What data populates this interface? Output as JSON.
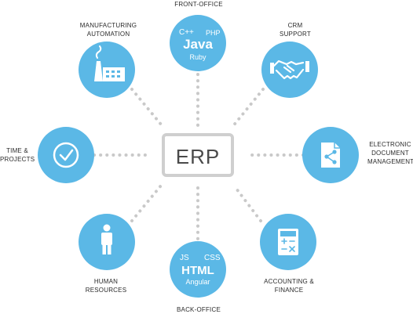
{
  "center": {
    "label": "ERP"
  },
  "nodes": {
    "front_office": {
      "label": "FRONT-OFFICE",
      "tech": {
        "a": "C++",
        "b": "PHP",
        "main": "Java",
        "sub": "Ruby"
      }
    },
    "crm": {
      "label_lines": [
        "CRM",
        "SUPPORT"
      ]
    },
    "edm": {
      "label_lines": [
        "ELECTRONIC",
        "DOCUMENT",
        "MANAGEMENT"
      ]
    },
    "accounting": {
      "label_lines": [
        "ACCOUNTING &",
        "FINANCE"
      ]
    },
    "back_office": {
      "label": "BACK-OFFICE",
      "tech": {
        "a": "JS",
        "b": "CSS",
        "main": "HTML",
        "sub": "Angular"
      }
    },
    "hr": {
      "label_lines": [
        "HUMAN",
        "RESOURCES"
      ]
    },
    "time_projects": {
      "label_lines": [
        "TIME &",
        "PROJECTS"
      ]
    },
    "manufacturing": {
      "label_lines": [
        "MANUFACTURING",
        "AUTOMATION"
      ]
    }
  },
  "colors": {
    "node": "#5bb8e6",
    "dot": "#c9c9c9",
    "icon": "#ffffff",
    "center_border": "#cfcfcf"
  }
}
